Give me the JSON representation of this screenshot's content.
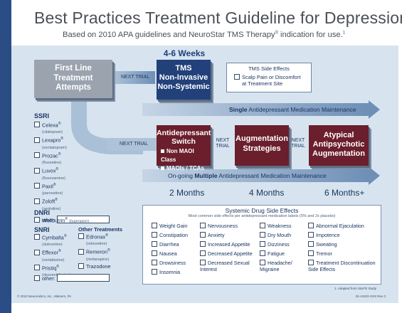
{
  "title": "Best Practices Treatment Guideline for Depression",
  "subtitle_main": "Based on 2010 APA guidelines and NeuroStar TMS Therapy",
  "subtitle_reg": "®",
  "subtitle_end": " indication for use.",
  "subtitle_sup": "1",
  "weeks": "4-6 Weeks",
  "first_line": [
    "First Line",
    "Treatment",
    "Attempts"
  ],
  "next_trial": "NEXT TRIAL",
  "next_trial_2": "NEXT TRIAL",
  "next_short": [
    "NEXT",
    "TRIAL"
  ],
  "next_short2": [
    "NEXT",
    "TRIAL"
  ],
  "tms_box": [
    "TMS",
    "Non-Invasive",
    "Non-Systemic"
  ],
  "tms_side": {
    "header": "TMS Side Effects",
    "item": [
      "Scalp Pain or Discomfort",
      "at Treatment Site"
    ]
  },
  "single_band": {
    "bold": "Single",
    "rest": " Antidepressant Medication Maintenance"
  },
  "multiple_band": {
    "pre": "On-going ",
    "bold": "Multiple",
    "rest": " Antidepressant Medication Maintenance"
  },
  "antidep": {
    "title": [
      "Antidepressant",
      "Switch"
    ],
    "items": [
      "Non MAOI Class",
      "MAOIs / TCAs"
    ]
  },
  "augmentation": [
    "Augmentation",
    "Strategies"
  ],
  "atypical": [
    "Atypical",
    "Antipsychotic",
    "Augmentation"
  ],
  "months": [
    "2 Months",
    "4 Months",
    "6 Months+"
  ],
  "ssri": {
    "header": "SSRI",
    "items": [
      {
        "name": "Celexa",
        "reg": "®",
        "generic": "(citalopram)"
      },
      {
        "name": "Lexapro",
        "reg": "®",
        "generic": "(escitalopram)"
      },
      {
        "name": "Prozac",
        "reg": "®",
        "generic": "(fluoxetine)"
      },
      {
        "name": "Luvox",
        "reg": "®",
        "generic": "(fluvoxamine)"
      },
      {
        "name": "Paxil",
        "reg": "®",
        "generic": "(paroxetine)"
      },
      {
        "name": "Zoloft",
        "reg": "®",
        "generic": "(sertraline)"
      }
    ],
    "other": "other:"
  },
  "dnri": {
    "header": "DNRI",
    "item": "Wellbutrin",
    "reg": "®",
    "generic": "(bupropion)"
  },
  "snri": {
    "header": "SNRI",
    "items": [
      {
        "name": "Cymbalta",
        "reg": "®",
        "generic": "(duloxetine)"
      },
      {
        "name": "Effexor",
        "reg": "®",
        "generic": "(venlafaxine)"
      },
      {
        "name": "Pristiq",
        "reg": "®",
        "generic": "(desvenlafaxine)"
      }
    ]
  },
  "other_treatments": {
    "header": "Other Treatments",
    "items": [
      {
        "name": "Edronax",
        "reg": "®",
        "generic": "(reboxetine)"
      },
      {
        "name": "Remeron",
        "reg": "®",
        "generic": "(mirtazapine)"
      },
      {
        "name": "Trazodone",
        "reg": "",
        "generic": ""
      }
    ]
  },
  "other2": "other:",
  "systemic": {
    "header": "Systemic Drug Side Effects",
    "sub": "Most common side effects per antidepressant medication labels (5% and 2x placebo)",
    "col1": [
      "Weight Gain",
      "Constipation",
      "Diarrhea",
      "Nausea",
      "Drowsiness",
      "Insomnia"
    ],
    "col2": [
      "Nervousness",
      "Anxiety",
      "Increased Appetite",
      "Decreased Appetite",
      "Decreased Sexual Interest"
    ],
    "col3": [
      "Weakness",
      "Dry Mouth",
      "Dizziness",
      "Fatigue",
      "Headache/ Migraine"
    ],
    "col4": [
      "Abnormal Ejaculation",
      "Impotence",
      "Sweating",
      "Tremor",
      "Treatment Discontinuation Side Effects"
    ]
  },
  "footnote": "1. Adapted from Star*D Study",
  "footer_left": "© 2010 Neuronetics, Inc., Malvern, PA",
  "footer_right": "DI-ASSO-XXX Rev C",
  "colors": {
    "navy": "#22407a",
    "maroon": "#6b1e2c",
    "gray": "#9aa3ae",
    "panel": "#d7e4ef",
    "band": "#6e8fb6"
  }
}
